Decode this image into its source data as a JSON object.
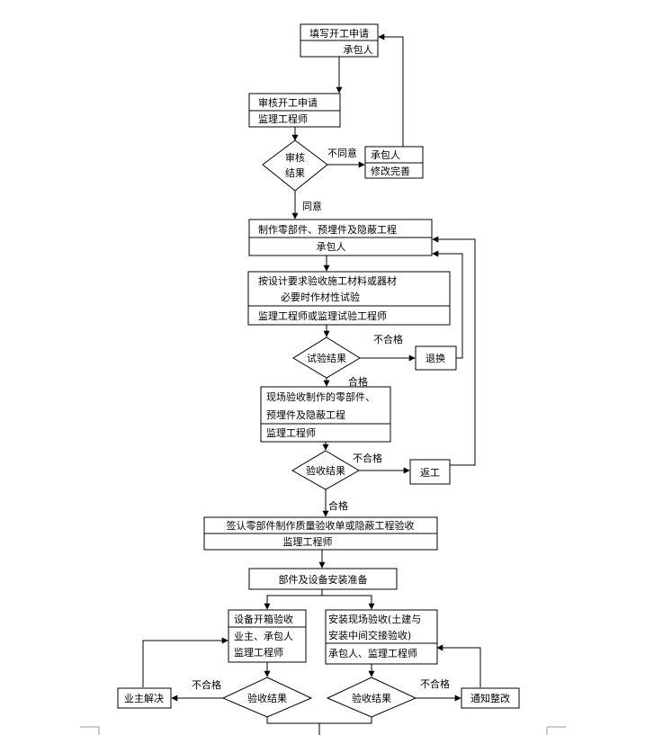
{
  "boxes": {
    "fill_application": "填写开工申请",
    "fill_application_role": "承包人",
    "review_application": "审核开工申请",
    "review_application_role": "监理工程师",
    "contractor_revise_role": "承包人",
    "contractor_revise_action": "修改完善",
    "make_parts": "制作零部件、预埋件及隐蔽工程",
    "make_parts_role": "承包人",
    "material_test_line1": "按设计要求验收施工材料或器材",
    "material_test_line2": "必要时作材性试验",
    "material_test_role": "监理工程师或监理试验工程师",
    "return_replace": "退换",
    "site_inspect_line1": "现场验收制作的零部件、",
    "site_inspect_line2": "预埋件及隐蔽工程",
    "site_inspect_role": "监理工程师",
    "rework": "返工",
    "sign_acceptance": "签认零部件制作质量验收单或隐蔽工程验收",
    "sign_acceptance_role": "监理工程师",
    "install_prep": "部件及设备安装准备",
    "unbox_inspect": "设备开箱验收",
    "unbox_inspect_roles": "业主、承包人",
    "unbox_inspect_role2": "监理工程师",
    "install_inspect_line1": "安装现场验收(土建与",
    "install_inspect_line2": "安装中间交接验收)",
    "install_inspect_roles": "承包人、监理工程师",
    "owner_resolve": "业主解决",
    "notify_fix": "通知整改"
  },
  "decisions": {
    "review_result_line1": "审核",
    "review_result_line2": "结果",
    "test_result": "试验结果",
    "accept_result_1": "验收结果",
    "accept_result_2": "验收结果",
    "accept_result_3": "验收结果"
  },
  "edge_labels": {
    "disagree": "不同意",
    "agree": "同意",
    "fail_1": "不合格",
    "pass_1": "合格",
    "fail_2": "不合格",
    "pass_2": "合格",
    "fail_3": "不合格",
    "fail_4": "不合格"
  }
}
